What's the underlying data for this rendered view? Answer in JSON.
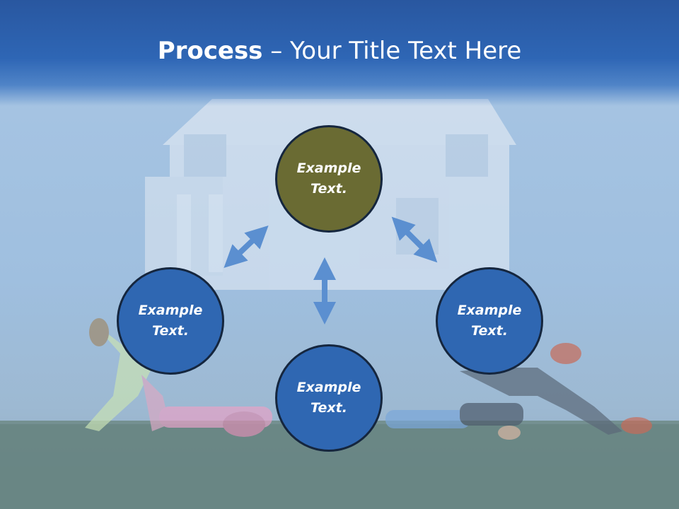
{
  "slide": {
    "title_bold": "Process",
    "title_rest": " – Your Title Text Here"
  },
  "nodes": {
    "top": {
      "label": "Example\nText.",
      "color": "#6a6b33"
    },
    "left": {
      "label": "Example\nText.",
      "color": "#2f67b2"
    },
    "right": {
      "label": "Example\nText.",
      "color": "#2f67b2"
    },
    "bottom": {
      "label": "Example\nText.",
      "color": "#2f67b2"
    }
  },
  "colors": {
    "header": "#2e66b5",
    "arrow": "#5b8fd0",
    "node_border": "#15263e"
  }
}
